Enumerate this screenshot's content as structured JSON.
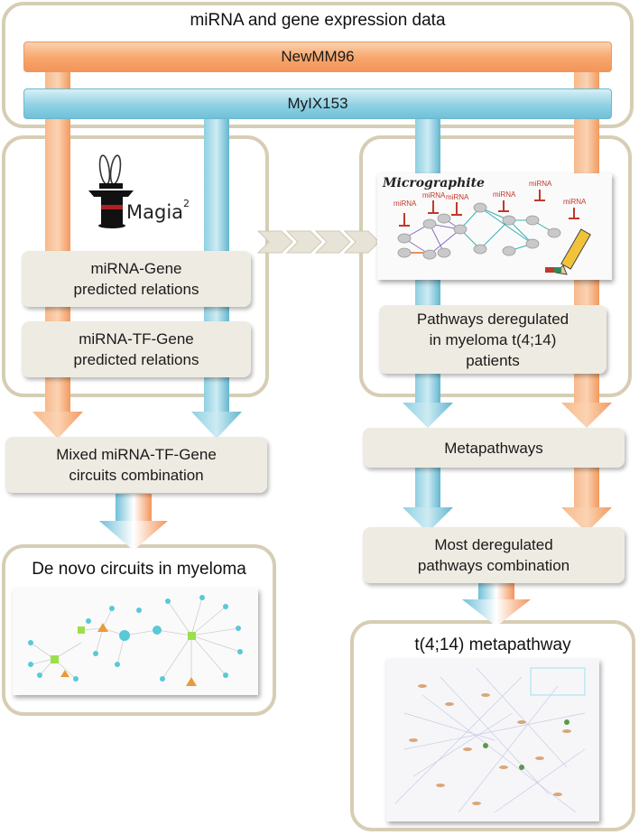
{
  "header": {
    "title": "miRNA and gene expression data",
    "dataset_orange": "NewMM96",
    "dataset_blue": "MyIX153"
  },
  "left_panel": {
    "logo_text": "Magia",
    "logo_superscript": "2",
    "box1": "miRNA-Gene\npredicted relations",
    "box2": "miRNA-TF-Gene\npredicted relations"
  },
  "left_result_box": "Mixed miRNA-TF-Gene\ncircuits combination",
  "left_bottom_panel": {
    "title": "De novo circuits in myeloma"
  },
  "right_panel": {
    "tool_title": "Micrographite",
    "mirna_label": "miRNA",
    "box": "Pathways deregulated\nin myeloma t(4;14)\npatients"
  },
  "metapathways_box": "Metapathways",
  "combination_box": "Most deregulated\npathways combination",
  "right_bottom_panel": {
    "title": "t(4;14) metapathway"
  },
  "colors": {
    "orange": "#f3955a",
    "blue": "#6fc0d8",
    "panel_border": "#d6ceb4",
    "box_fill": "#eeebe2"
  }
}
